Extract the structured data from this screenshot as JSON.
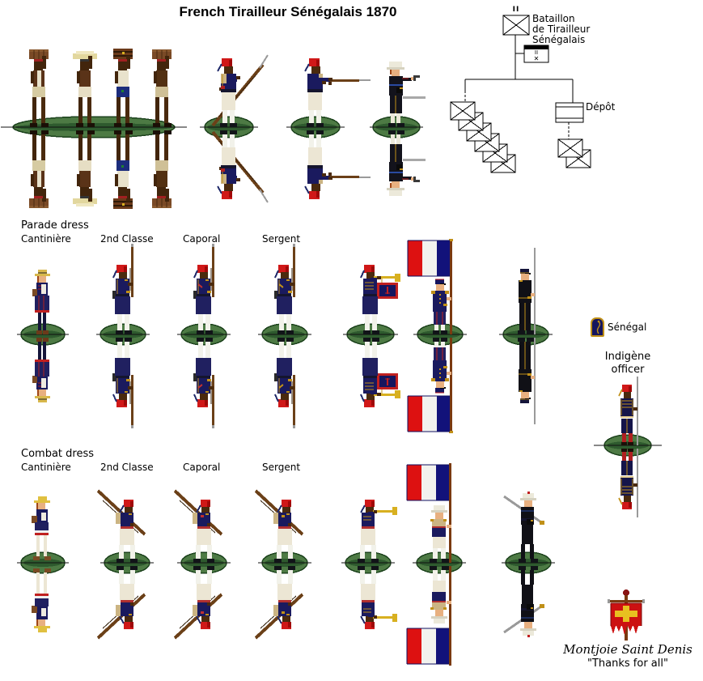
{
  "title": "French Tirailleur Sénégalais 1870",
  "org_chart": {
    "battalion_size_symbol": "II",
    "battalion_label_lines": [
      "Bataillon",
      "de Tirailleur",
      "Sénégalais"
    ],
    "hq_size_symbol": "II",
    "hq_mark": "✕",
    "depot_label": "Dépôt",
    "company_count": 6,
    "depot_company_count": 2
  },
  "parade_section": {
    "heading": "Parade dress",
    "ranks": [
      "Cantinière",
      "2nd Classe",
      "Caporal",
      "Sergent"
    ]
  },
  "combat_section": {
    "heading": "Combat dress",
    "ranks": [
      "Cantinière",
      "2nd Classe",
      "Caporal",
      "Sergent"
    ]
  },
  "labels": {
    "senegal": "Sénégal",
    "indigene_line1": "Indigène",
    "indigene_line2": "officer"
  },
  "footer": {
    "motto": "Montjoie Saint Denis",
    "thanks": "\"Thanks for all\""
  },
  "figures": [
    "porters",
    "tirailleur-ready",
    "tirailleur-firing",
    "officer-pistol",
    "cantiniere-parade",
    "2nd-classe-parade",
    "caporal-parade",
    "sergent-parade",
    "bugler-parade",
    "flag-bearer-parade",
    "officer-parade",
    "indigene-officer",
    "cantiniere-combat",
    "2nd-classe-combat",
    "caporal-combat",
    "sergent-combat",
    "bugler-combat",
    "flag-bearer-combat",
    "officer-combat"
  ],
  "colors": {
    "fez_red": "#d01818",
    "fez_dark": "#a00808",
    "jacket_navy": "#1a1a5e",
    "trouser_navy": "#202060",
    "trim_gold": "#c09018",
    "trouser_white": "#ece6d4",
    "gaiter_white": "#f2f2ea",
    "khaki": "#cbb483",
    "rifle_brown": "#6b4018",
    "steel_gray": "#9a9a9a",
    "base_green": "#4d7a44",
    "base_green_dark": "#2e5a2e",
    "flag_red": "#dd1111",
    "flag_white": "#f2f2ee",
    "flag_blue": "#12127a",
    "oriflamme_red": "#cc1111",
    "cross_gold": "#e8c020",
    "boot_red": "#b02020",
    "skin_african": "#4a2a0e",
    "skin_european": "#e8b080"
  }
}
